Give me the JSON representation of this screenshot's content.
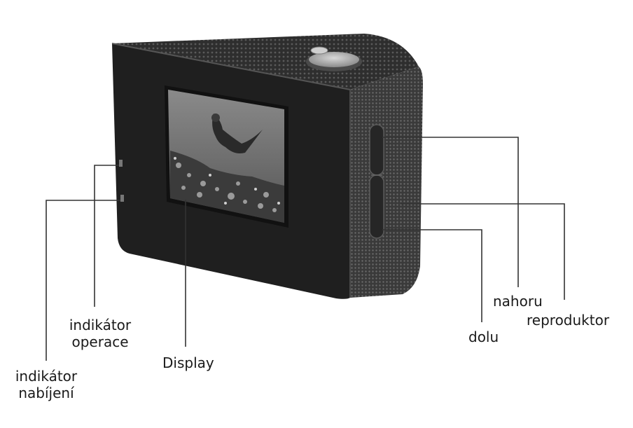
{
  "labels": {
    "indikator_operace": {
      "line1": "indikátor",
      "line2": "operace"
    },
    "indikator_nabijeni": {
      "line1": "indikátor",
      "line2": "nabíjení"
    },
    "display": "Display",
    "nahoru": "nahoru",
    "reproduktor": "reproduktor",
    "dolu": "dolu"
  }
}
